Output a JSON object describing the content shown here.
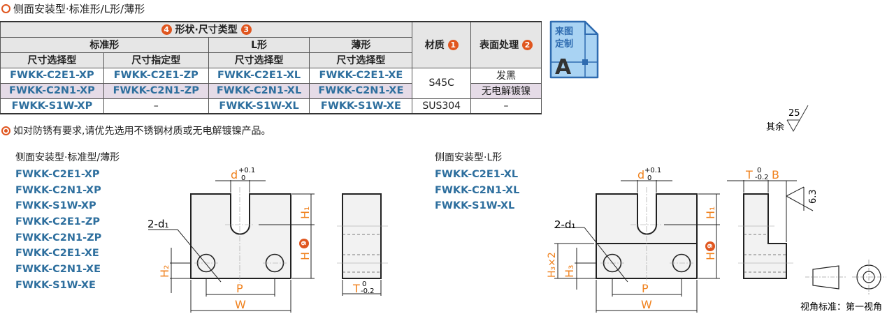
{
  "heading": "侧面安装型·标准形/L形/薄形",
  "table": {
    "group_header": "形状·尺寸类型",
    "group_badges": [
      "4",
      "3"
    ],
    "shape_headers": [
      "标准形",
      "L形",
      "薄形"
    ],
    "size_headers": [
      "尺寸选择型",
      "尺寸指定型",
      "尺寸选择型",
      "尺寸选择型"
    ],
    "material_header": "材质",
    "material_badge": "1",
    "surface_header": "表面处理",
    "surface_badge": "2",
    "rows": [
      {
        "parts": [
          "FWKK-C2E1-XP",
          "FWKK-C2E1-ZP",
          "FWKK-C2E1-XL",
          "FWKK-C2E1-XE"
        ],
        "surface": "发黑"
      },
      {
        "parts": [
          "FWKK-C2N1-XP",
          "FWKK-C2N1-ZP",
          "FWKK-C2N1-XL",
          "FWKK-C2N1-XE"
        ],
        "surface": "无电解镀镍"
      },
      {
        "parts": [
          "FWKK-S1W-XP",
          "–",
          "FWKK-S1W-XL",
          "FWKK-S1W-XE"
        ],
        "material": "SUS304",
        "surface": "–"
      }
    ],
    "material_s45c": "S45C"
  },
  "custom_badge": {
    "line1": "来图",
    "line2": "定制",
    "letter": "A"
  },
  "note": "如对防锈有要求,请优先选用不锈钢材质或无电解镀镍产品。",
  "roughness": {
    "label": "其余",
    "value": "25"
  },
  "left": {
    "title": "侧面安装型·标准型/薄形",
    "parts": [
      "FWKK-C2E1-XP",
      "FWKK-C2N1-XP",
      "FWKK-S1W-XP",
      "FWKK-C2E1-ZP",
      "FWKK-C2N1-ZP",
      "FWKK-C2E1-XE",
      "FWKK-C2N1-XE",
      "FWKK-S1W-XE"
    ]
  },
  "right": {
    "title": "侧面安装型·L形",
    "parts": [
      "FWKK-C2E1-XL",
      "FWKK-C2N1-XL",
      "FWKK-S1W-XL"
    ]
  },
  "dims": {
    "d": "d",
    "d_up": "+0.1",
    "d_lo": "0",
    "hole": "2-d₁",
    "h1": "H₁",
    "h": "H",
    "h_badge": "6",
    "h2": "H₂",
    "h3": "H₃",
    "h3x2": "H₃×2",
    "p": "P",
    "w": "W",
    "t": "T",
    "t_up": "0",
    "t_lo": "-0.2",
    "b": "B",
    "rough": "6.3"
  },
  "view_standard": "视角标准：第一视角"
}
